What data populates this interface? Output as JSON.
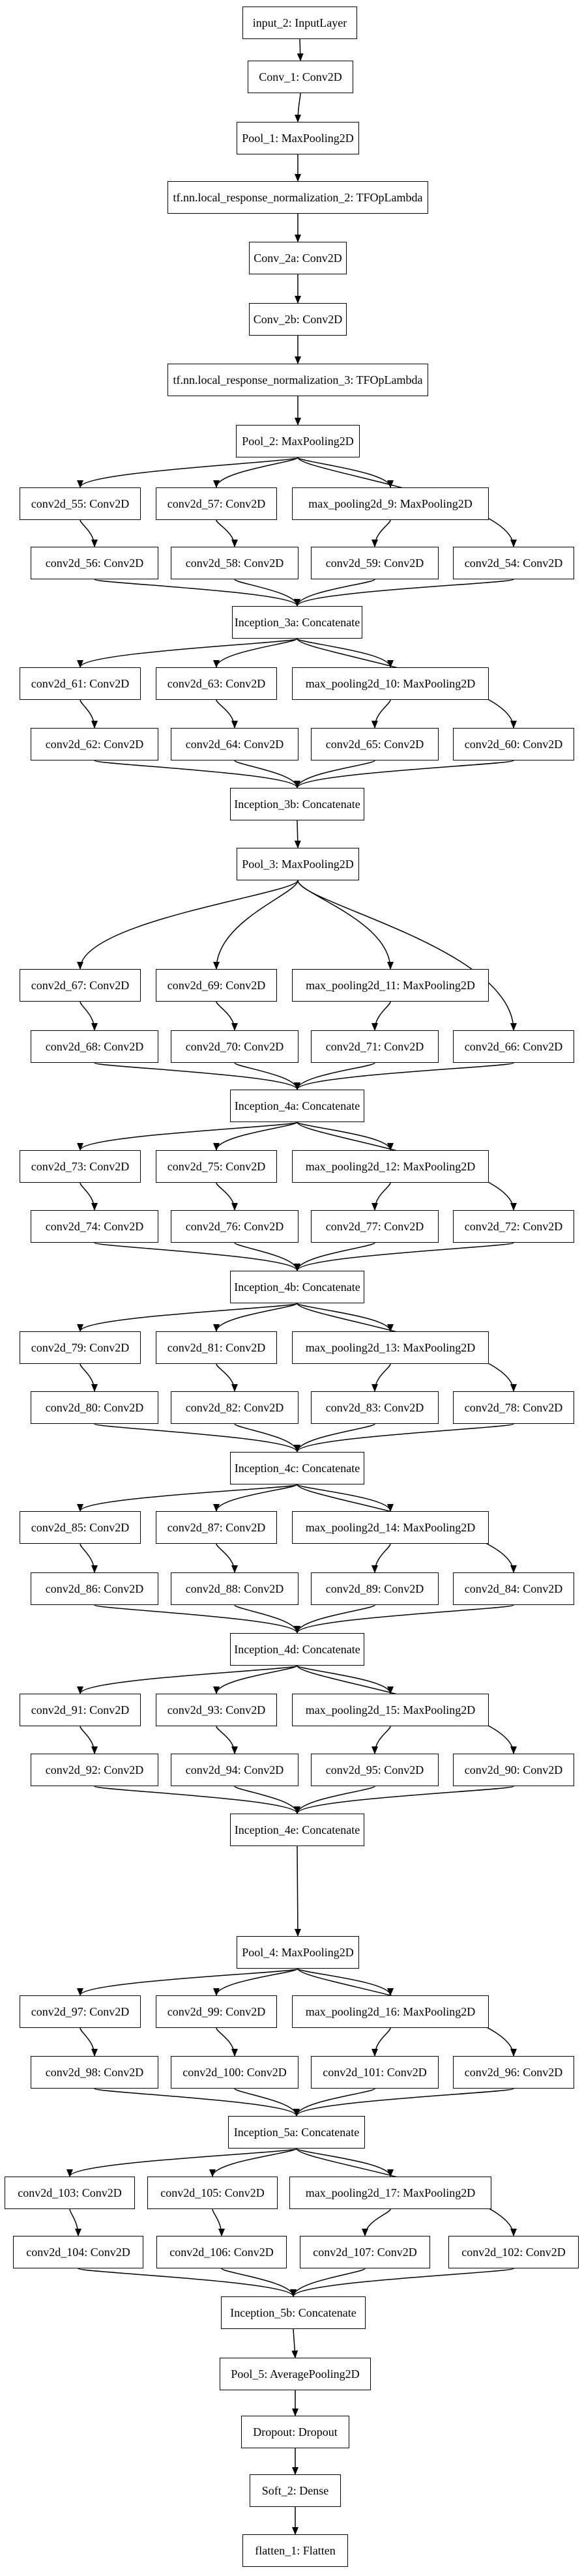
{
  "nodes": [
    {
      "id": "n1",
      "label": "input_2: InputLayer"
    },
    {
      "id": "n2",
      "label": "Conv_1: Conv2D"
    },
    {
      "id": "n3",
      "label": "Pool_1: MaxPooling2D"
    },
    {
      "id": "n4",
      "label": "tf.nn.local_response_normalization_2: TFOpLambda"
    },
    {
      "id": "n5",
      "label": "Conv_2a: Conv2D"
    },
    {
      "id": "n6",
      "label": "Conv_2b: Conv2D"
    },
    {
      "id": "n7",
      "label": "tf.nn.local_response_normalization_3: TFOpLambda"
    },
    {
      "id": "n8",
      "label": "Pool_2: MaxPooling2D"
    },
    {
      "id": "b1_l1",
      "label": "conv2d_55: Conv2D"
    },
    {
      "id": "b1_l2",
      "label": "conv2d_57: Conv2D"
    },
    {
      "id": "b1_l3",
      "label": "max_pooling2d_9: MaxPooling2D"
    },
    {
      "id": "b1_m1",
      "label": "conv2d_56: Conv2D"
    },
    {
      "id": "b1_m2",
      "label": "conv2d_58: Conv2D"
    },
    {
      "id": "b1_m3",
      "label": "conv2d_59: Conv2D"
    },
    {
      "id": "b1_m4",
      "label": "conv2d_54: Conv2D"
    },
    {
      "id": "b1_cat",
      "label": "Inception_3a: Concatenate"
    },
    {
      "id": "b2_l1",
      "label": "conv2d_61: Conv2D"
    },
    {
      "id": "b2_l2",
      "label": "conv2d_63: Conv2D"
    },
    {
      "id": "b2_l3",
      "label": "max_pooling2d_10: MaxPooling2D"
    },
    {
      "id": "b2_m1",
      "label": "conv2d_62: Conv2D"
    },
    {
      "id": "b2_m2",
      "label": "conv2d_64: Conv2D"
    },
    {
      "id": "b2_m3",
      "label": "conv2d_65: Conv2D"
    },
    {
      "id": "b2_m4",
      "label": "conv2d_60: Conv2D"
    },
    {
      "id": "b2_cat",
      "label": "Inception_3b: Concatenate"
    },
    {
      "id": "p3",
      "label": "Pool_3: MaxPooling2D"
    },
    {
      "id": "b3_l1",
      "label": "conv2d_67: Conv2D"
    },
    {
      "id": "b3_l2",
      "label": "conv2d_69: Conv2D"
    },
    {
      "id": "b3_l3",
      "label": "max_pooling2d_11: MaxPooling2D"
    },
    {
      "id": "b3_m1",
      "label": "conv2d_68: Conv2D"
    },
    {
      "id": "b3_m2",
      "label": "conv2d_70: Conv2D"
    },
    {
      "id": "b3_m3",
      "label": "conv2d_71: Conv2D"
    },
    {
      "id": "b3_m4",
      "label": "conv2d_66: Conv2D"
    },
    {
      "id": "b3_cat",
      "label": "Inception_4a: Concatenate"
    },
    {
      "id": "b4_l1",
      "label": "conv2d_73: Conv2D"
    },
    {
      "id": "b4_l2",
      "label": "conv2d_75: Conv2D"
    },
    {
      "id": "b4_l3",
      "label": "max_pooling2d_12: MaxPooling2D"
    },
    {
      "id": "b4_m1",
      "label": "conv2d_74: Conv2D"
    },
    {
      "id": "b4_m2",
      "label": "conv2d_76: Conv2D"
    },
    {
      "id": "b4_m3",
      "label": "conv2d_77: Conv2D"
    },
    {
      "id": "b4_m4",
      "label": "conv2d_72: Conv2D"
    },
    {
      "id": "b4_cat",
      "label": "Inception_4b: Concatenate"
    },
    {
      "id": "b5_l1",
      "label": "conv2d_79: Conv2D"
    },
    {
      "id": "b5_l2",
      "label": "conv2d_81: Conv2D"
    },
    {
      "id": "b5_l3",
      "label": "max_pooling2d_13: MaxPooling2D"
    },
    {
      "id": "b5_m1",
      "label": "conv2d_80: Conv2D"
    },
    {
      "id": "b5_m2",
      "label": "conv2d_82: Conv2D"
    },
    {
      "id": "b5_m3",
      "label": "conv2d_83: Conv2D"
    },
    {
      "id": "b5_m4",
      "label": "conv2d_78: Conv2D"
    },
    {
      "id": "b5_cat",
      "label": "Inception_4c: Concatenate"
    },
    {
      "id": "b6_l1",
      "label": "conv2d_85: Conv2D"
    },
    {
      "id": "b6_l2",
      "label": "conv2d_87: Conv2D"
    },
    {
      "id": "b6_l3",
      "label": "max_pooling2d_14: MaxPooling2D"
    },
    {
      "id": "b6_m1",
      "label": "conv2d_86: Conv2D"
    },
    {
      "id": "b6_m2",
      "label": "conv2d_88: Conv2D"
    },
    {
      "id": "b6_m3",
      "label": "conv2d_89: Conv2D"
    },
    {
      "id": "b6_m4",
      "label": "conv2d_84: Conv2D"
    },
    {
      "id": "b6_cat",
      "label": "Inception_4d: Concatenate"
    },
    {
      "id": "b7_l1",
      "label": "conv2d_91: Conv2D"
    },
    {
      "id": "b7_l2",
      "label": "conv2d_93: Conv2D"
    },
    {
      "id": "b7_l3",
      "label": "max_pooling2d_15: MaxPooling2D"
    },
    {
      "id": "b7_m1",
      "label": "conv2d_92: Conv2D"
    },
    {
      "id": "b7_m2",
      "label": "conv2d_94: Conv2D"
    },
    {
      "id": "b7_m3",
      "label": "conv2d_95: Conv2D"
    },
    {
      "id": "b7_m4",
      "label": "conv2d_90: Conv2D"
    },
    {
      "id": "b7_cat",
      "label": "Inception_4e: Concatenate"
    },
    {
      "id": "p4",
      "label": "Pool_4: MaxPooling2D"
    },
    {
      "id": "b8_l1",
      "label": "conv2d_97: Conv2D"
    },
    {
      "id": "b8_l2",
      "label": "conv2d_99: Conv2D"
    },
    {
      "id": "b8_l3",
      "label": "max_pooling2d_16: MaxPooling2D"
    },
    {
      "id": "b8_m1",
      "label": "conv2d_98: Conv2D"
    },
    {
      "id": "b8_m2",
      "label": "conv2d_100: Conv2D"
    },
    {
      "id": "b8_m3",
      "label": "conv2d_101: Conv2D"
    },
    {
      "id": "b8_m4",
      "label": "conv2d_96: Conv2D"
    },
    {
      "id": "b8_cat",
      "label": "Inception_5a: Concatenate"
    },
    {
      "id": "b9_l1",
      "label": "conv2d_103: Conv2D"
    },
    {
      "id": "b9_l2",
      "label": "conv2d_105: Conv2D"
    },
    {
      "id": "b9_l3",
      "label": "max_pooling2d_17: MaxPooling2D"
    },
    {
      "id": "b9_m1",
      "label": "conv2d_104: Conv2D"
    },
    {
      "id": "b9_m2",
      "label": "conv2d_106: Conv2D"
    },
    {
      "id": "b9_m3",
      "label": "conv2d_107: Conv2D"
    },
    {
      "id": "b9_m4",
      "label": "conv2d_102: Conv2D"
    },
    {
      "id": "b9_cat",
      "label": "Inception_5b: Concatenate"
    },
    {
      "id": "t1",
      "label": "Pool_5: AveragePooling2D"
    },
    {
      "id": "t2",
      "label": "Dropout: Dropout"
    },
    {
      "id": "t3",
      "label": "Soft_2: Dense"
    },
    {
      "id": "t4",
      "label": "flatten_1: Flatten"
    }
  ],
  "edges": [
    [
      "n1",
      "n2"
    ],
    [
      "n2",
      "n3"
    ],
    [
      "n3",
      "n4"
    ],
    [
      "n4",
      "n5"
    ],
    [
      "n5",
      "n6"
    ],
    [
      "n6",
      "n7"
    ],
    [
      "n7",
      "n8"
    ],
    [
      "n8",
      "b1_l1"
    ],
    [
      "n8",
      "b1_l2"
    ],
    [
      "n8",
      "b1_l3"
    ],
    [
      "n8",
      "b1_m4"
    ],
    [
      "b1_l1",
      "b1_m1"
    ],
    [
      "b1_l2",
      "b1_m2"
    ],
    [
      "b1_l3",
      "b1_m3"
    ],
    [
      "b1_m1",
      "b1_cat"
    ],
    [
      "b1_m2",
      "b1_cat"
    ],
    [
      "b1_m3",
      "b1_cat"
    ],
    [
      "b1_m4",
      "b1_cat"
    ],
    [
      "b1_cat",
      "b2_l1"
    ],
    [
      "b1_cat",
      "b2_l2"
    ],
    [
      "b1_cat",
      "b2_l3"
    ],
    [
      "b1_cat",
      "b2_m4"
    ],
    [
      "b2_l1",
      "b2_m1"
    ],
    [
      "b2_l2",
      "b2_m2"
    ],
    [
      "b2_l3",
      "b2_m3"
    ],
    [
      "b2_m1",
      "b2_cat"
    ],
    [
      "b2_m2",
      "b2_cat"
    ],
    [
      "b2_m3",
      "b2_cat"
    ],
    [
      "b2_m4",
      "b2_cat"
    ],
    [
      "b2_cat",
      "p3"
    ],
    [
      "p3",
      "b3_l1"
    ],
    [
      "p3",
      "b3_l2"
    ],
    [
      "p3",
      "b3_l3"
    ],
    [
      "p3",
      "b3_m4"
    ],
    [
      "b3_l1",
      "b3_m1"
    ],
    [
      "b3_l2",
      "b3_m2"
    ],
    [
      "b3_l3",
      "b3_m3"
    ],
    [
      "b3_m1",
      "b3_cat"
    ],
    [
      "b3_m2",
      "b3_cat"
    ],
    [
      "b3_m3",
      "b3_cat"
    ],
    [
      "b3_m4",
      "b3_cat"
    ],
    [
      "b3_cat",
      "b4_l1"
    ],
    [
      "b3_cat",
      "b4_l2"
    ],
    [
      "b3_cat",
      "b4_l3"
    ],
    [
      "b3_cat",
      "b4_m4"
    ],
    [
      "b4_l1",
      "b4_m1"
    ],
    [
      "b4_l2",
      "b4_m2"
    ],
    [
      "b4_l3",
      "b4_m3"
    ],
    [
      "b4_m1",
      "b4_cat"
    ],
    [
      "b4_m2",
      "b4_cat"
    ],
    [
      "b4_m3",
      "b4_cat"
    ],
    [
      "b4_m4",
      "b4_cat"
    ],
    [
      "b4_cat",
      "b5_l1"
    ],
    [
      "b4_cat",
      "b5_l2"
    ],
    [
      "b4_cat",
      "b5_l3"
    ],
    [
      "b4_cat",
      "b5_m4"
    ],
    [
      "b5_l1",
      "b5_m1"
    ],
    [
      "b5_l2",
      "b5_m2"
    ],
    [
      "b5_l3",
      "b5_m3"
    ],
    [
      "b5_m1",
      "b5_cat"
    ],
    [
      "b5_m2",
      "b5_cat"
    ],
    [
      "b5_m3",
      "b5_cat"
    ],
    [
      "b5_m4",
      "b5_cat"
    ],
    [
      "b5_cat",
      "b6_l1"
    ],
    [
      "b5_cat",
      "b6_l2"
    ],
    [
      "b5_cat",
      "b6_l3"
    ],
    [
      "b5_cat",
      "b6_m4"
    ],
    [
      "b6_l1",
      "b6_m1"
    ],
    [
      "b6_l2",
      "b6_m2"
    ],
    [
      "b6_l3",
      "b6_m3"
    ],
    [
      "b6_m1",
      "b6_cat"
    ],
    [
      "b6_m2",
      "b6_cat"
    ],
    [
      "b6_m3",
      "b6_cat"
    ],
    [
      "b6_m4",
      "b6_cat"
    ],
    [
      "b6_cat",
      "b7_l1"
    ],
    [
      "b6_cat",
      "b7_l2"
    ],
    [
      "b6_cat",
      "b7_l3"
    ],
    [
      "b6_cat",
      "b7_m4"
    ],
    [
      "b7_l1",
      "b7_m1"
    ],
    [
      "b7_l2",
      "b7_m2"
    ],
    [
      "b7_l3",
      "b7_m3"
    ],
    [
      "b7_m1",
      "b7_cat"
    ],
    [
      "b7_m2",
      "b7_cat"
    ],
    [
      "b7_m3",
      "b7_cat"
    ],
    [
      "b7_m4",
      "b7_cat"
    ],
    [
      "b7_cat",
      "p4"
    ],
    [
      "p4",
      "b8_l1"
    ],
    [
      "p4",
      "b8_l2"
    ],
    [
      "p4",
      "b8_l3"
    ],
    [
      "p4",
      "b8_m4"
    ],
    [
      "b8_l1",
      "b8_m1"
    ],
    [
      "b8_l2",
      "b8_m2"
    ],
    [
      "b8_l3",
      "b8_m3"
    ],
    [
      "b8_m1",
      "b8_cat"
    ],
    [
      "b8_m2",
      "b8_cat"
    ],
    [
      "b8_m3",
      "b8_cat"
    ],
    [
      "b8_m4",
      "b8_cat"
    ],
    [
      "b8_cat",
      "b9_l1"
    ],
    [
      "b8_cat",
      "b9_l2"
    ],
    [
      "b8_cat",
      "b9_l3"
    ],
    [
      "b8_cat",
      "b9_m4"
    ],
    [
      "b9_l1",
      "b9_m1"
    ],
    [
      "b9_l2",
      "b9_m2"
    ],
    [
      "b9_l3",
      "b9_m3"
    ],
    [
      "b9_m1",
      "b9_cat"
    ],
    [
      "b9_m2",
      "b9_cat"
    ],
    [
      "b9_m3",
      "b9_cat"
    ],
    [
      "b9_m4",
      "b9_cat"
    ],
    [
      "b9_cat",
      "t1"
    ],
    [
      "t1",
      "t2"
    ],
    [
      "t2",
      "t3"
    ],
    [
      "t3",
      "t4"
    ]
  ]
}
